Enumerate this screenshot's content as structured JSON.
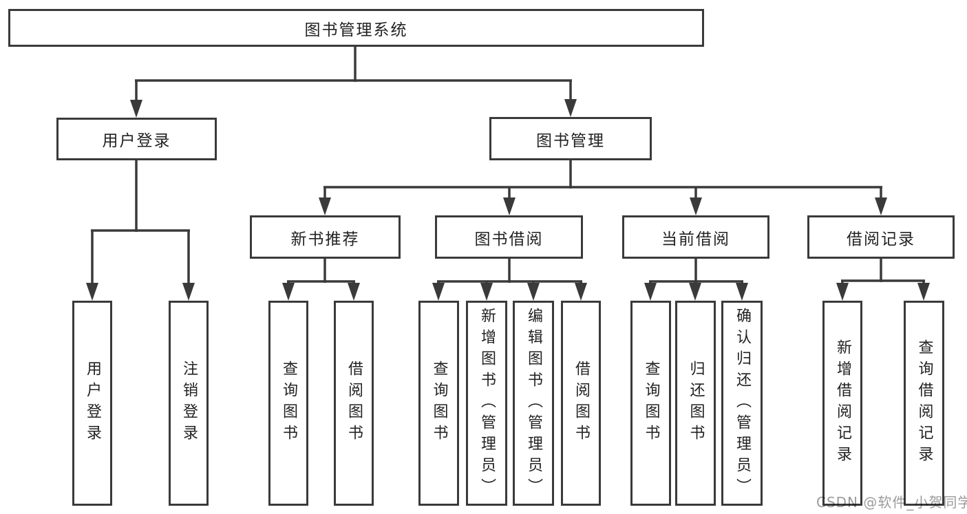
{
  "tree": {
    "label": "图书管理系统",
    "children": [
      {
        "label": "用户登录",
        "children": [
          {
            "label": "用户登录"
          },
          {
            "label": "注销登录"
          }
        ]
      },
      {
        "label": "图书管理",
        "children": [
          {
            "label": "新书推荐",
            "children": [
              {
                "label": "查询图书"
              },
              {
                "label": "借阅图书"
              }
            ]
          },
          {
            "label": "图书借阅",
            "children": [
              {
                "label": "查询图书"
              },
              {
                "label": "新增图书（管理员）"
              },
              {
                "label": "编辑图书（管理员）"
              },
              {
                "label": "借阅图书"
              }
            ]
          },
          {
            "label": "当前借阅",
            "children": [
              {
                "label": "查询图书"
              },
              {
                "label": "归还图书"
              },
              {
                "label": "确认归还（管理员）"
              }
            ]
          },
          {
            "label": "借阅记录",
            "children": [
              {
                "label": "新增借阅记录"
              },
              {
                "label": "查询借阅记录"
              }
            ]
          }
        ]
      }
    ]
  },
  "watermark": {
    "text": "CSDN @软件_小贺同学"
  },
  "colors": {
    "line": "#3a3a3a",
    "text": "#222222",
    "watermark": "#9b9b9b",
    "background": "#ffffff"
  }
}
